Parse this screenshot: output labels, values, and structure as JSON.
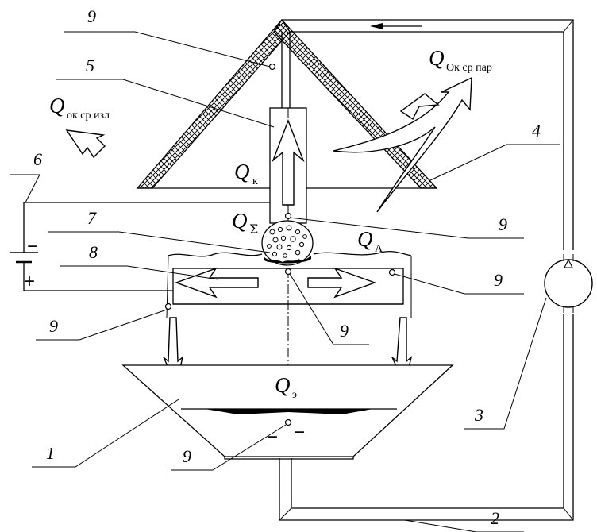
{
  "callouts": {
    "n1": "1",
    "n2": "2",
    "n3": "3",
    "n4": "4",
    "n5": "5",
    "n6": "6",
    "n7": "7",
    "n8": "8",
    "n9_top": "9",
    "n9_right_upper": "9",
    "n9_right_lower": "9",
    "n9_center": "9",
    "n9_left": "9",
    "n9_bottom": "9"
  },
  "heat_flows": {
    "q_ok_sr_par": {
      "symbol": "Q",
      "subscript": "Ок ср пар"
    },
    "q_ok_sr_izl": {
      "symbol": "Q",
      "subscript": "ок ср изл"
    },
    "q_k": {
      "symbol": "Q",
      "subscript": "к"
    },
    "q_sigma": {
      "symbol": "Q",
      "subscript": "Σ"
    },
    "q_a": {
      "symbol": "Q",
      "subscript": "А"
    },
    "q_e": {
      "symbol": "Q",
      "subscript": "э"
    }
  },
  "electrical": {
    "minus_sign": "−",
    "plus_sign": "+",
    "bath_minus_left": "−",
    "bath_minus_right": "−"
  }
}
